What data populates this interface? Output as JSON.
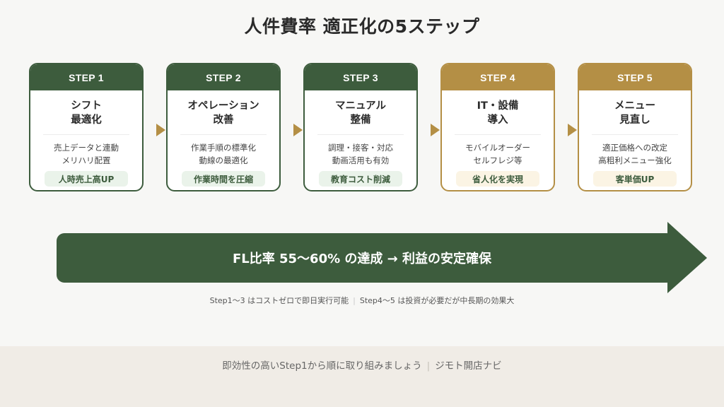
{
  "title": "人件費率 適正化の5ステップ",
  "colors": {
    "green": "#3d5c3d",
    "gold": "#b48f45",
    "green_tag_bg": "#eaf3ea",
    "gold_tag_bg": "#fbf4e4",
    "background": "#f7f7f5",
    "footer_bg": "#f0ece6"
  },
  "steps": [
    {
      "label": "STEP 1",
      "title_line1": "シフト",
      "title_line2": "最適化",
      "desc_line1": "売上データと連動",
      "desc_line2": "メリハリ配置",
      "tag": "人時売上高UP",
      "theme": "green"
    },
    {
      "label": "STEP 2",
      "title_line1": "オペレーション",
      "title_line2": "改善",
      "desc_line1": "作業手順の標準化",
      "desc_line2": "動線の最適化",
      "tag": "作業時間を圧縮",
      "theme": "green"
    },
    {
      "label": "STEP 3",
      "title_line1": "マニュアル",
      "title_line2": "整備",
      "desc_line1": "調理・接客・対応",
      "desc_line2": "動画活用も有効",
      "tag": "教育コスト削減",
      "theme": "green"
    },
    {
      "label": "STEP 4",
      "title_line1": "IT・設備",
      "title_line2": "導入",
      "desc_line1": "モバイルオーダー",
      "desc_line2": "セルフレジ等",
      "tag": "省人化を実現",
      "theme": "gold"
    },
    {
      "label": "STEP 5",
      "title_line1": "メニュー",
      "title_line2": "見直し",
      "desc_line1": "適正価格への改定",
      "desc_line2": "高粗利メニュー強化",
      "tag": "客単価UP",
      "theme": "gold"
    }
  ],
  "goal": "FL比率 55〜60% の達成 → 利益の安定確保",
  "note": {
    "left": "Step1〜3 はコストゼロで即日実行可能",
    "separator": "|",
    "right": "Step4〜5 は投資が必要だが中長期の効果大"
  },
  "footer": {
    "message": "即効性の高いStep1から順に取り組みましょう",
    "separator": "|",
    "brand": "ジモト開店ナビ"
  }
}
